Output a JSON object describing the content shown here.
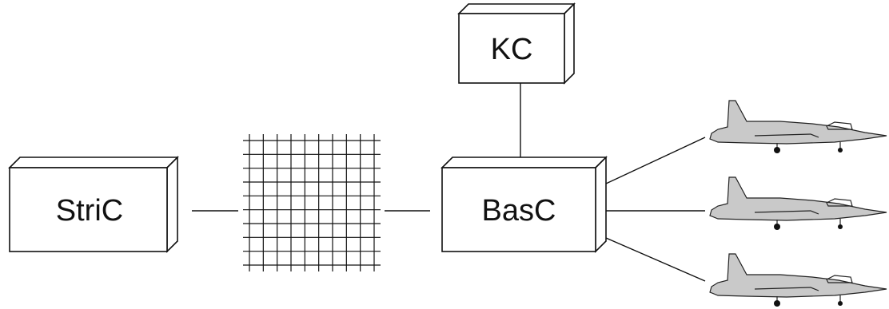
{
  "nodes": {
    "stric": {
      "label": "StriC"
    },
    "basc": {
      "label": "BasC"
    },
    "kc": {
      "label": "KC"
    }
  },
  "network_icon": "grid-network-icon",
  "aircraft_icon": "fighter-jet-icon",
  "aircraft_count": 3
}
